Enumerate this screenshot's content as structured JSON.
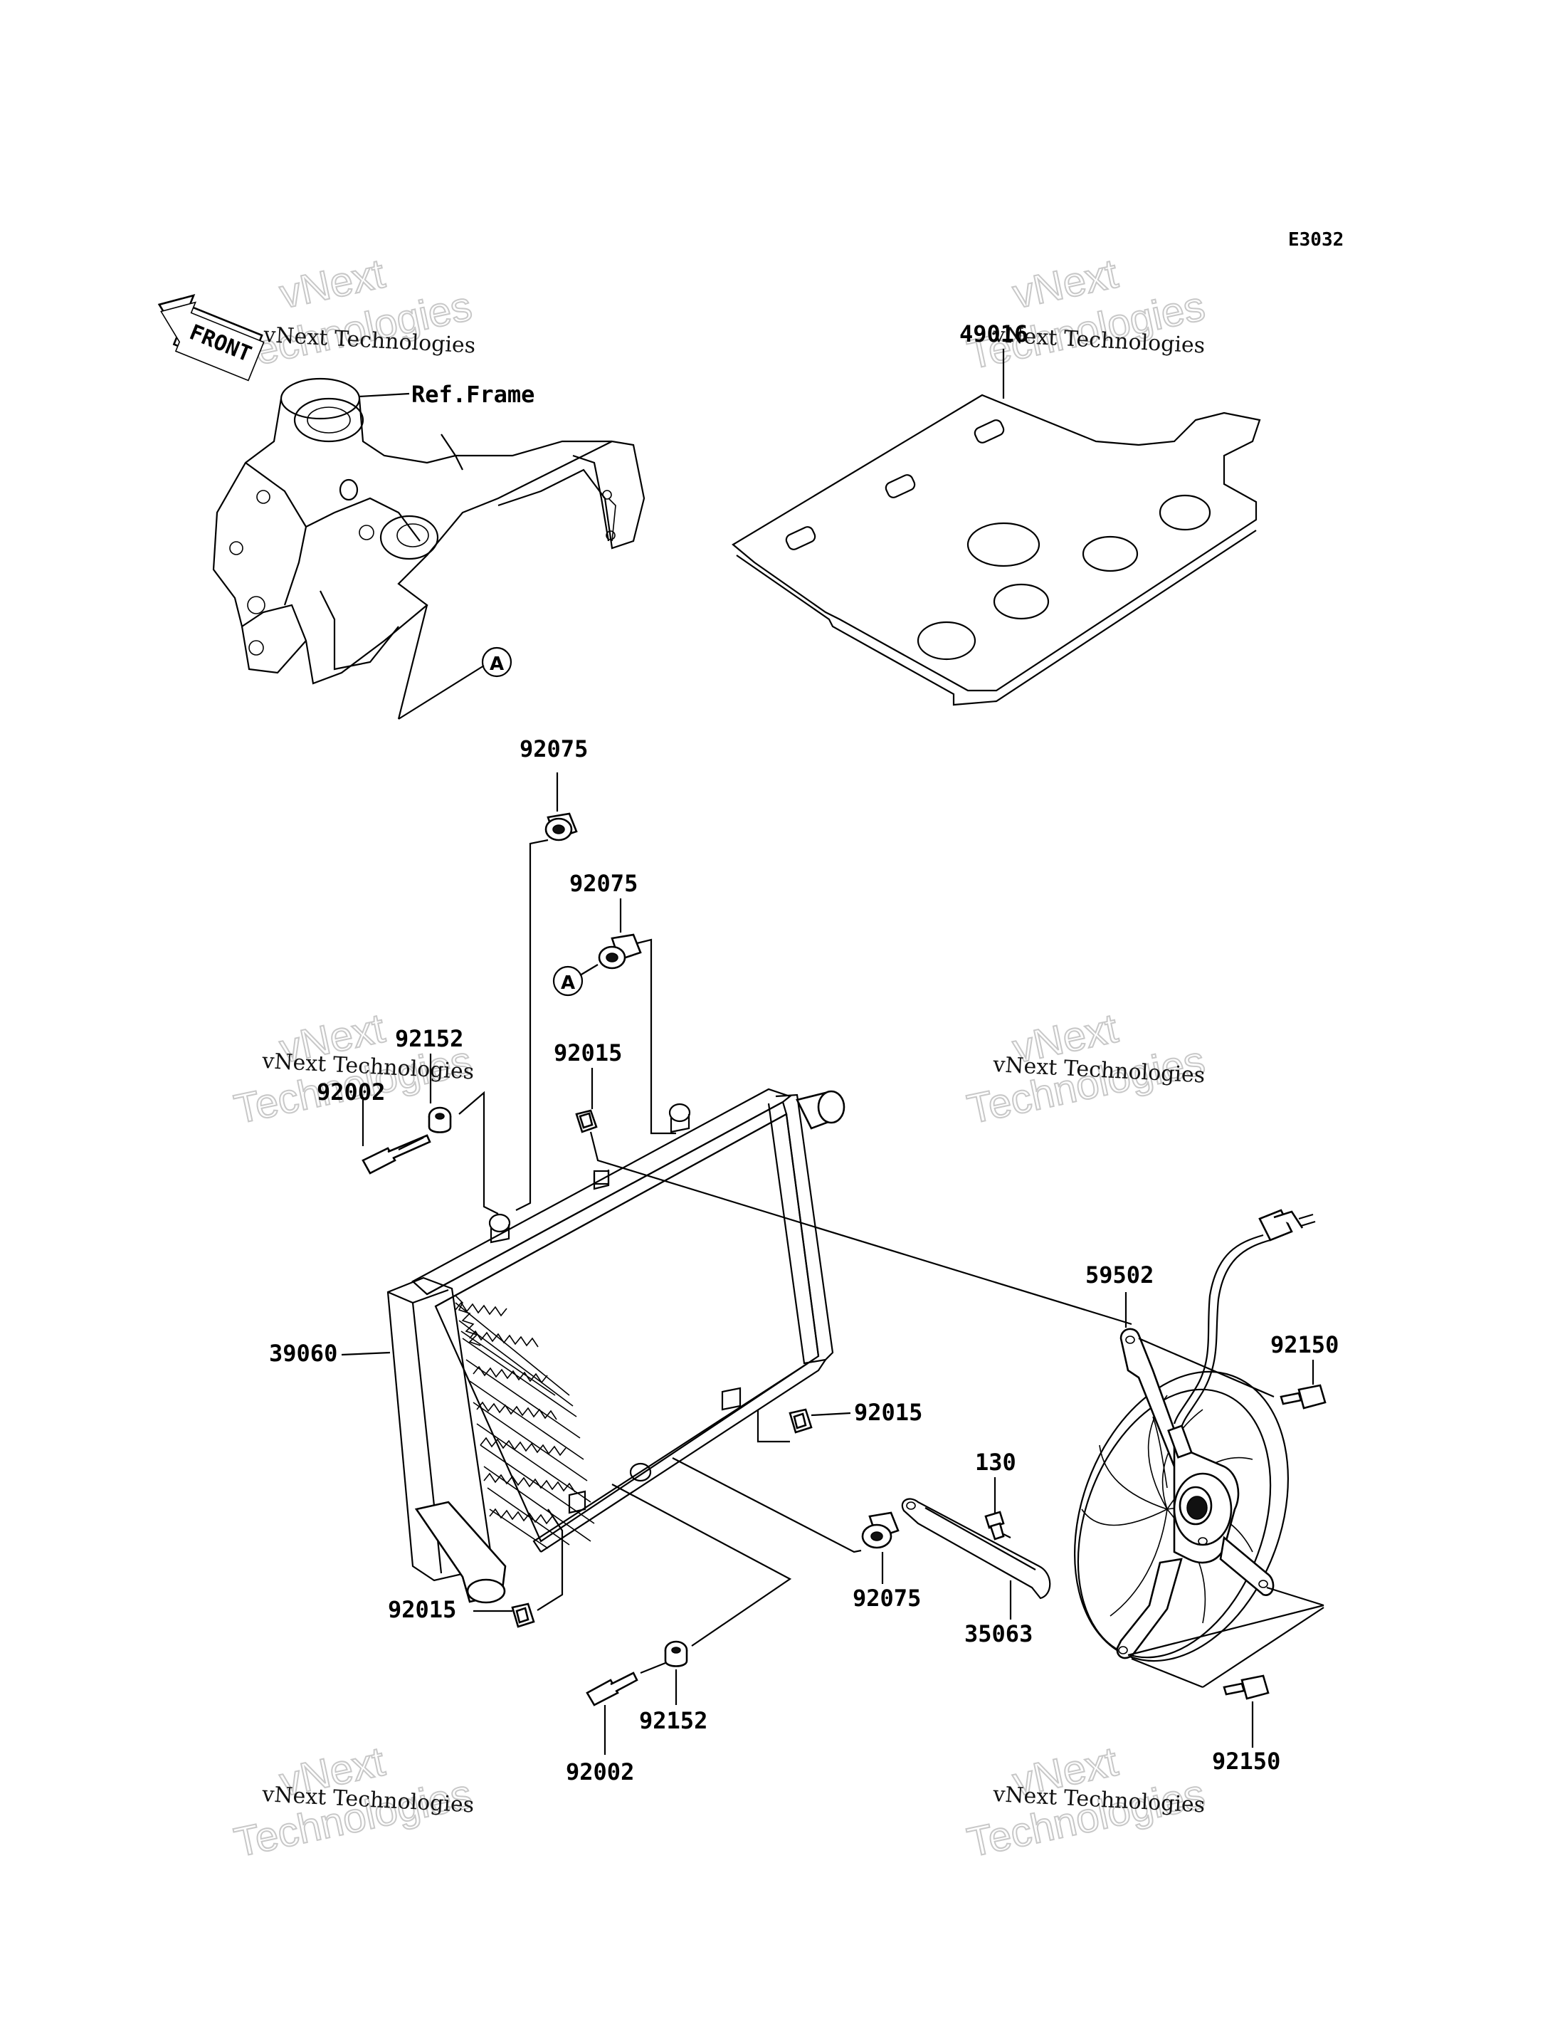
{
  "diagram_code": "E3032",
  "front_label": "FRONT",
  "ref_frame_label": "Ref.Frame",
  "callout_a": "A",
  "watermark": {
    "line1": "vNext Technologies",
    "big1": "vNext",
    "big2": "Technologies"
  },
  "parts": {
    "p49016": "49016",
    "p92075_top": "92075",
    "p92075_mid": "92075",
    "p92075_low": "92075",
    "p92152_left": "92152",
    "p92152_bottom": "92152",
    "p92002_left": "92002",
    "p92002_bottom": "92002",
    "p92015_top": "92015",
    "p92015_right": "92015",
    "p92015_bottom": "92015",
    "p39060": "39060",
    "p59502": "59502",
    "p92150_top": "92150",
    "p92150_bottom": "92150",
    "p130": "130",
    "p35063": "35063"
  }
}
